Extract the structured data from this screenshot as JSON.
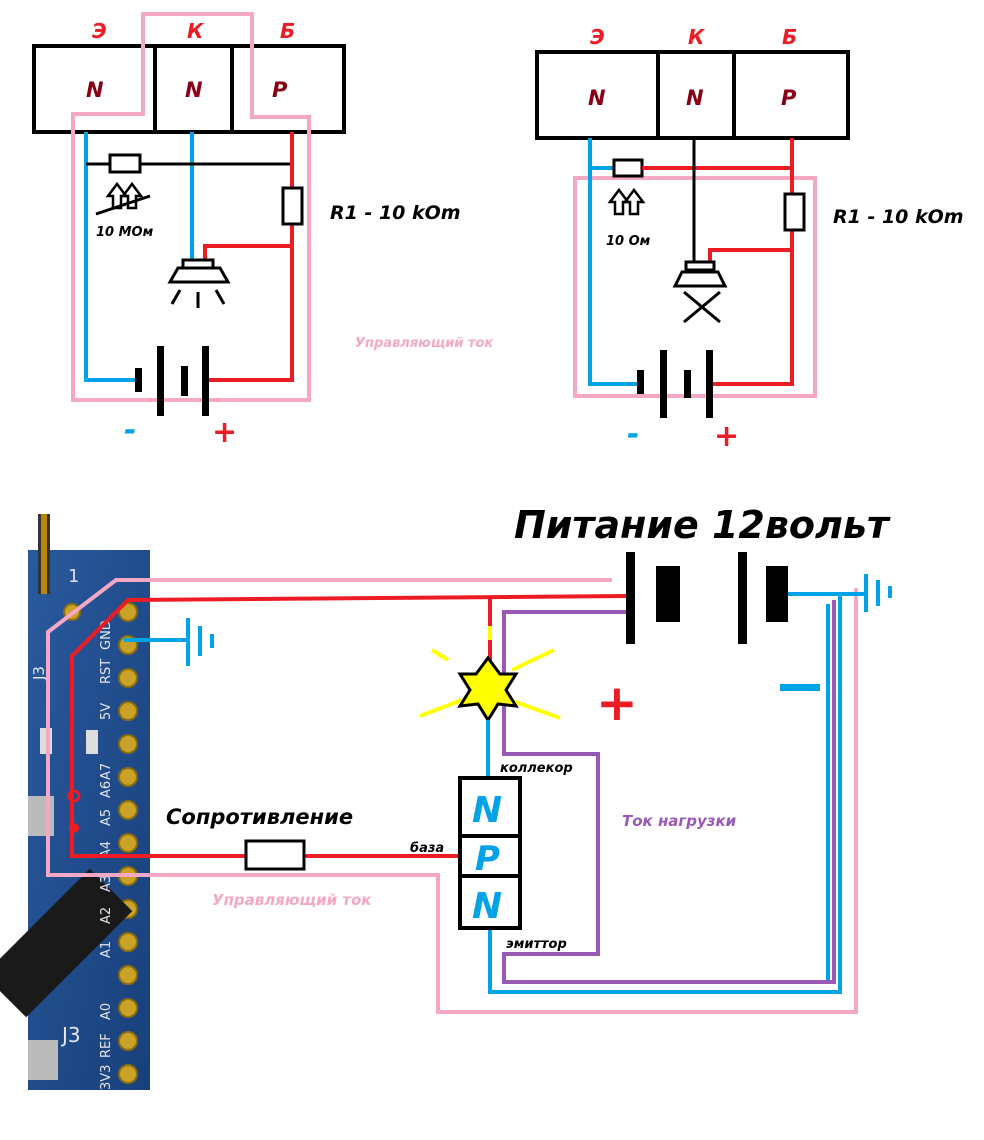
{
  "colors": {
    "blue": "#00a2e8",
    "red": "#ed1c24",
    "pink": "#f4a8c4",
    "purple": "#9b59b6",
    "dark_red": "#880015",
    "yellow": "#ffff00",
    "black": "#000000"
  },
  "top_left": {
    "pin_labels": [
      "Э",
      "К",
      "Б"
    ],
    "layers": [
      "N",
      "N",
      "P"
    ],
    "resistor_label": "R1 - 10 kOm",
    "photo_label": "10 МОм",
    "current_label": "Управляющий ток",
    "minus": "-",
    "plus": "+"
  },
  "top_right": {
    "pin_labels": [
      "Э",
      "К",
      "Б"
    ],
    "layers": [
      "N",
      "N",
      "P"
    ],
    "resistor_label": "R1 - 10 kOm",
    "photo_label": "10 Ом",
    "minus": "-",
    "plus": "+"
  },
  "bottom": {
    "power_title": "Питание 12вольт",
    "resistor_label": "Сопротивление",
    "control_current": "Управляющий ток",
    "load_current": "Ток нагрузки",
    "collector": "коллекор",
    "base": "база",
    "emitter": "эмиттор",
    "layers": [
      "N",
      "P",
      "N"
    ],
    "plus": "+",
    "minus": "-"
  },
  "board": {
    "pin_labels": [
      "GND",
      "RST",
      "5V",
      "A7",
      "A6",
      "A5",
      "A4",
      "A3",
      "A2",
      "A1",
      "A0",
      "REF",
      "3V3"
    ],
    "header_number": "1",
    "j_labels": [
      "J3",
      "J3"
    ]
  }
}
